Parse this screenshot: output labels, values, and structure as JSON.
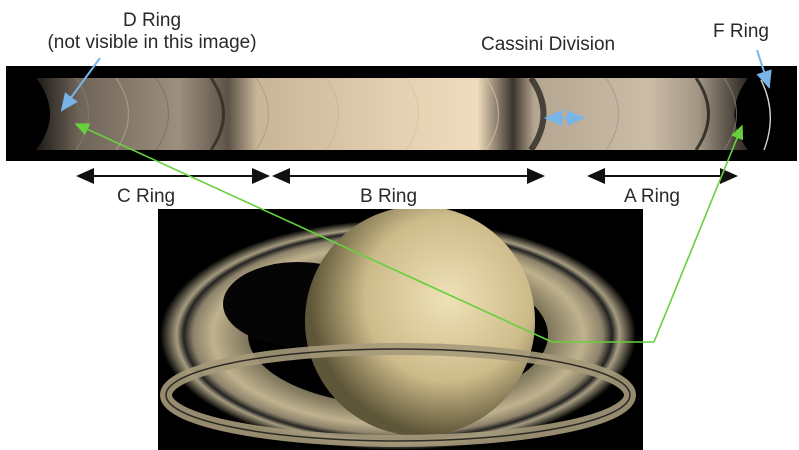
{
  "labels": {
    "d_ring_line1": "D Ring",
    "d_ring_line2": "(not visible in this image)",
    "cassini_division": "Cassini Division",
    "f_ring": "F Ring",
    "c_ring": "C Ring",
    "b_ring": "B Ring",
    "a_ring": "A Ring"
  },
  "colors": {
    "pointer_green": "#66d13c",
    "pointer_blue": "#79b4e8",
    "span_arrow": "#111111"
  }
}
